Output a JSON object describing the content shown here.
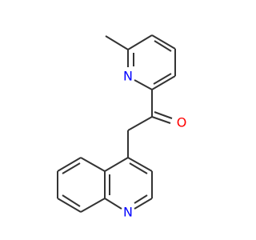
{
  "molecule": {
    "atoms": {
      "n_pyridine": {
        "symbol": "N",
        "color": "#0000ff"
      },
      "o_carbonyl": {
        "symbol": "O",
        "color": "#ff0000"
      },
      "n_quinoline": {
        "symbol": "N",
        "color": "#0000ff"
      }
    },
    "bond_color": "#333333"
  }
}
